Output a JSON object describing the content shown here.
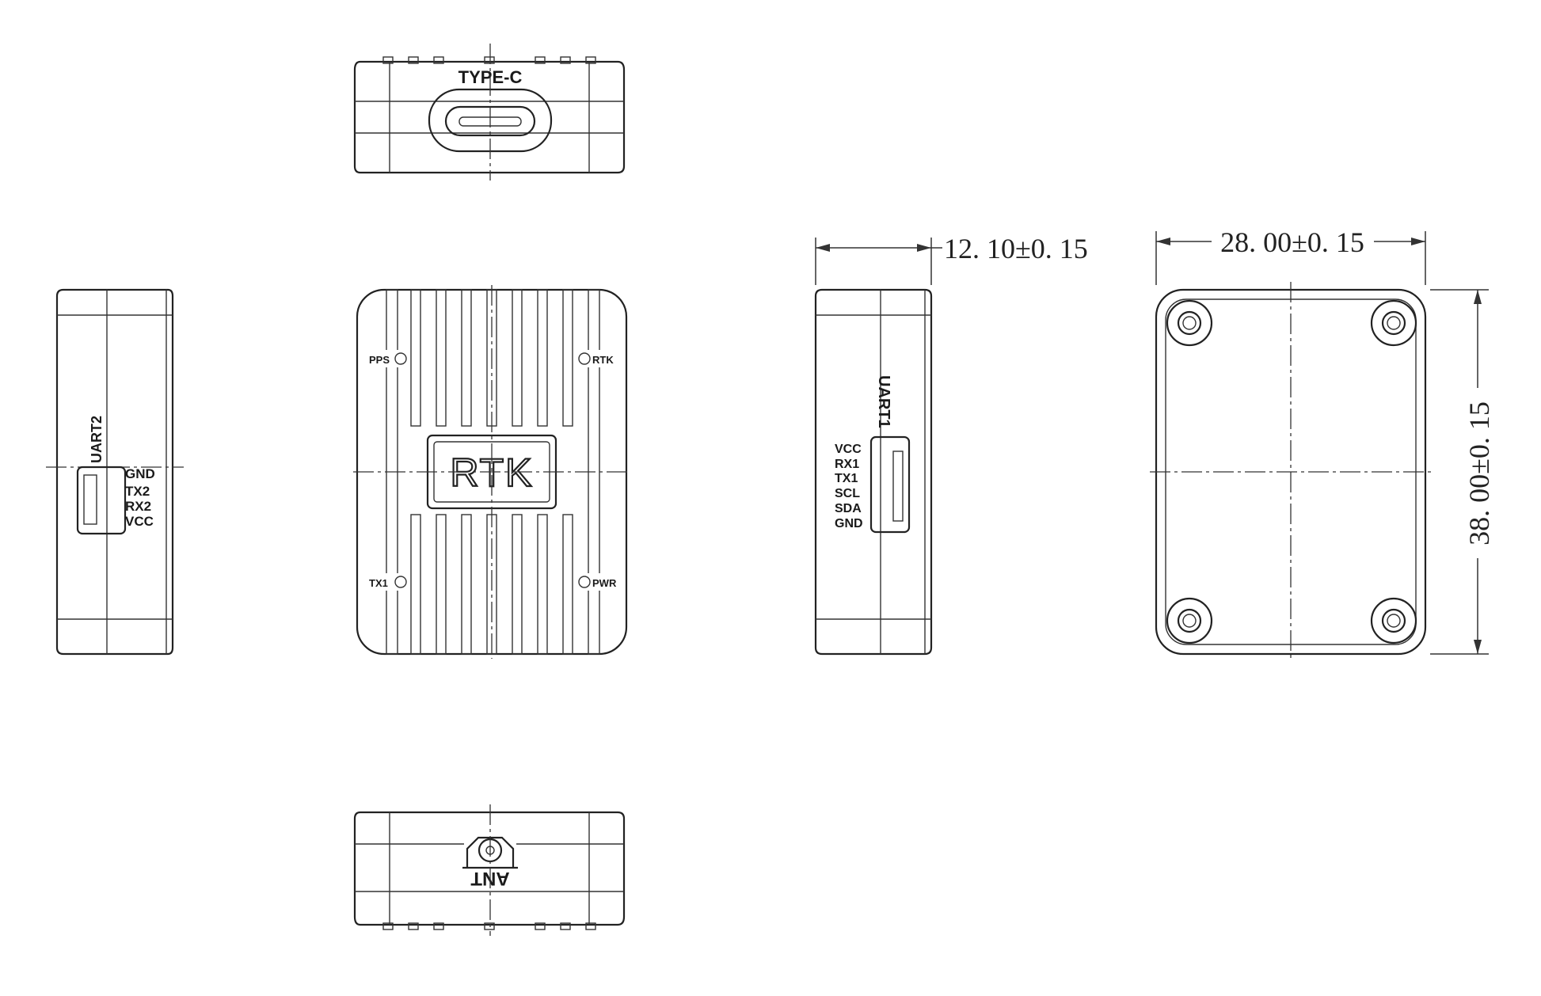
{
  "views": {
    "top": {
      "connector_label": "TYPE-C"
    },
    "front": {
      "logo": "RTK",
      "leds": {
        "top_left": "PPS",
        "top_right": "RTK",
        "bottom_left": "TX1",
        "bottom_right": "PWR"
      }
    },
    "left": {
      "port_label": "UART2",
      "pins": [
        "GND",
        "TX2",
        "RX2",
        "VCC"
      ]
    },
    "right": {
      "port_label": "UART1",
      "pins": [
        "VCC",
        "RX1",
        "TX1",
        "SCL",
        "SDA",
        "GND"
      ]
    },
    "bottom": {
      "connector_label": "ANT"
    }
  },
  "dimensions": {
    "thickness": "12. 10±0. 15",
    "width": "28. 00±0. 15",
    "height": "38. 00±0. 15"
  },
  "colors": {
    "line": "#222222",
    "background": "#ffffff"
  }
}
